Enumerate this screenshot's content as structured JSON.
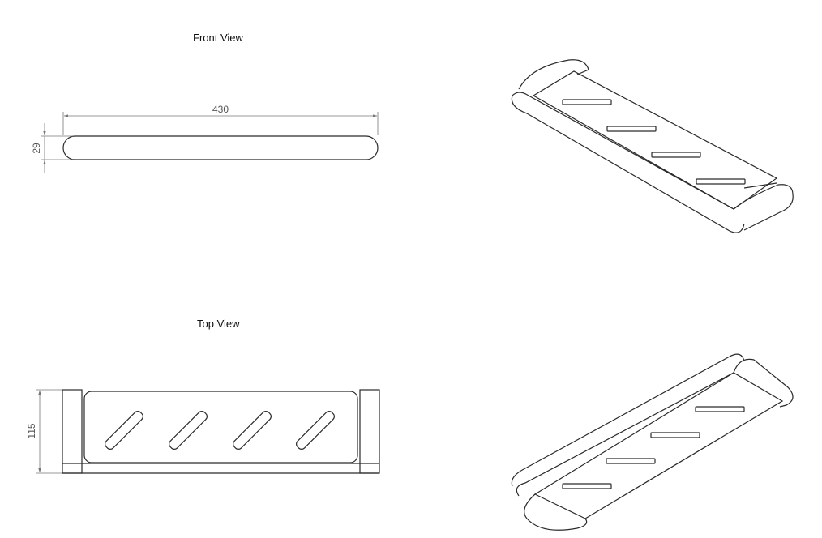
{
  "front_view": {
    "title": "Front View",
    "dims": {
      "length": "430",
      "height": "29"
    }
  },
  "top_view": {
    "title": "Top View",
    "dims": {
      "depth": "115"
    }
  },
  "colors": {
    "line": "#2a2a2a",
    "dimension": "#777777",
    "background": "#ffffff"
  }
}
